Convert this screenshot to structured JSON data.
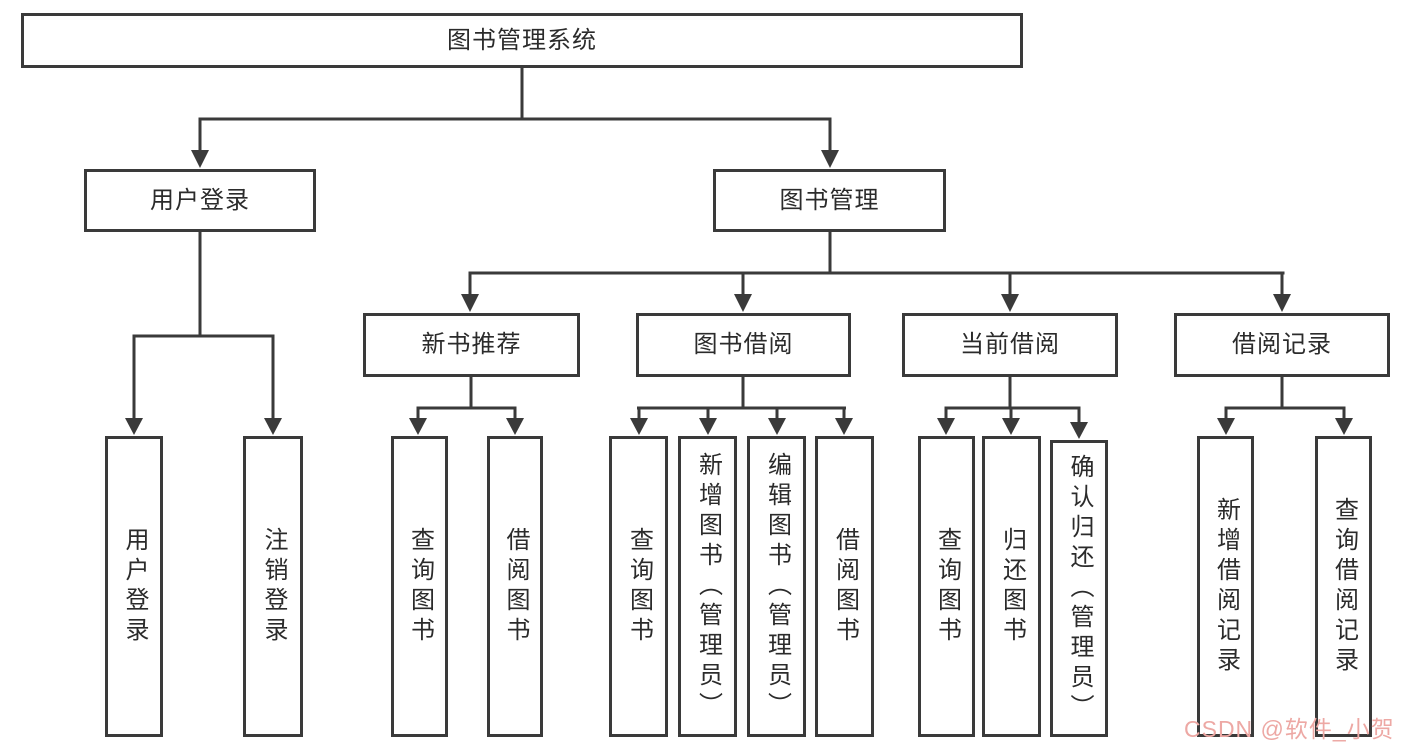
{
  "diagram_type": "hierarchy-tree",
  "tree": {
    "label": "图书管理系统",
    "children": [
      {
        "label": "用户登录",
        "children": [
          {
            "label": "用户登录"
          },
          {
            "label": "注销登录"
          }
        ]
      },
      {
        "label": "图书管理",
        "children": [
          {
            "label": "新书推荐",
            "children": [
              {
                "label": "查询图书"
              },
              {
                "label": "借阅图书"
              }
            ]
          },
          {
            "label": "图书借阅",
            "children": [
              {
                "label": "查询图书"
              },
              {
                "label": "新增图书（管理员）"
              },
              {
                "label": "编辑图书（管理员）"
              },
              {
                "label": "借阅图书"
              }
            ]
          },
          {
            "label": "当前借阅",
            "children": [
              {
                "label": "查询图书"
              },
              {
                "label": "归还图书"
              },
              {
                "label": "确认归还（管理员）"
              }
            ]
          },
          {
            "label": "借阅记录",
            "children": [
              {
                "label": "新增借阅记录"
              },
              {
                "label": "查询借阅记录"
              }
            ]
          }
        ]
      }
    ]
  },
  "watermark": {
    "text": "CSDN @软件_小贺同学"
  },
  "colors": {
    "line": "#3a3a3a",
    "box_border": "#3a3a3a",
    "text": "#2b2b2b",
    "watermark": "#eda8a4",
    "background": "#ffffff"
  }
}
